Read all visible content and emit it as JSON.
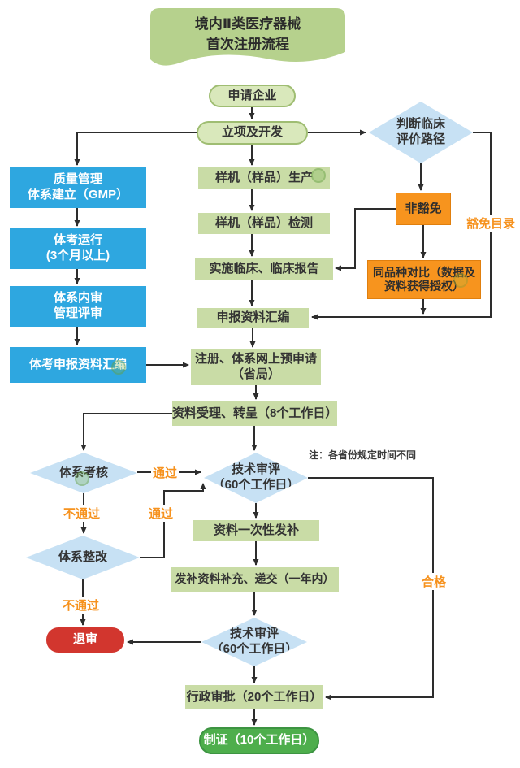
{
  "title": "境内Ⅱ类医疗器械\n首次注册流程",
  "nodes": {
    "apply": "申请企业",
    "initiation": "立项及开发",
    "clinical_path": "判断临床\n评价路径",
    "qms": "质量管理\n体系建立（GMP）",
    "trial_run": "体考运行\n(3个月以上)",
    "internal_audit": "体系内审\n管理评审",
    "tikao_dossier": "体考申报资料汇编",
    "prototype_prod": "样机（样品）生产",
    "prototype_test": "样机（样品）检测",
    "clinical_impl": "实施临床、临床报告",
    "dossier": "申报资料汇编",
    "pre_apply": "注册、体系网上预申请\n（省局）",
    "acceptance": "资料受理、转呈（8个工作日）",
    "sys_exam": "体系考核",
    "tech_review_1": "技术审评\n（60个工作日）",
    "supplement": "资料一次性发补",
    "resubmit": "发补资料补充、递交（一年内）",
    "sys_rectify": "体系整改",
    "reject": "退审",
    "tech_review_2": "技术审评\n（60个工作日）",
    "admin_approval": "行政审批（20个工作日）",
    "certificate": "制证（10个工作日）",
    "non_exempt": "非豁免",
    "same_variety": "同品种对比（数据及\n资料获得授权）"
  },
  "labels": {
    "exempt_catalog": "豁免目录",
    "pass_1": "通过",
    "fail_1": "不通过",
    "pass_2": "通过",
    "fail_2": "不通过",
    "qualified": "合格",
    "note": "注：各省份规定时间不同"
  },
  "colors": {
    "green_box": "#c9dca6",
    "green_pill": "#d9e8bb",
    "green_pill_border": "#9fbd72",
    "title_green": "#b6d18d",
    "blue_box": "#2ea7e0",
    "diamond_blue": "#c7e1f4",
    "orange": "#f7941e",
    "label_orange": "#f6921e",
    "red": "#d2362e",
    "dark_green": "#4eae4c",
    "line": "#2d2d2d"
  }
}
